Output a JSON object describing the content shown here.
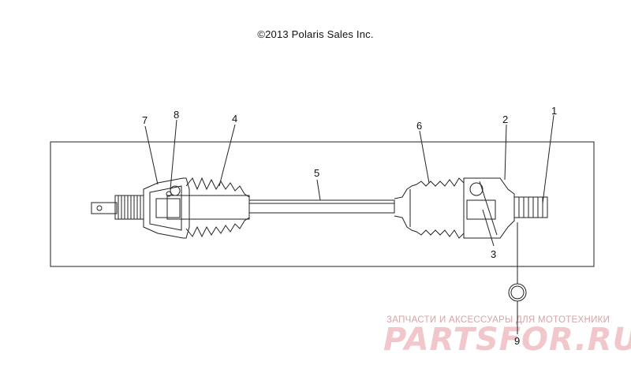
{
  "header": {
    "copyright": "©2013 Polaris Sales Inc."
  },
  "callouts": [
    {
      "id": "callout-1",
      "label": "1"
    },
    {
      "id": "callout-2",
      "label": "2"
    },
    {
      "id": "callout-3",
      "label": "3"
    },
    {
      "id": "callout-4",
      "label": "4"
    },
    {
      "id": "callout-5",
      "label": "5"
    },
    {
      "id": "callout-6",
      "label": "6"
    },
    {
      "id": "callout-7",
      "label": "7"
    },
    {
      "id": "callout-8",
      "label": "8"
    },
    {
      "id": "callout-9",
      "label": "9"
    }
  ],
  "watermark": {
    "tagline": "ЗАПЧАСТИ И АКСЕССУАРЫ ДЛЯ МОТОТЕХНИКИ",
    "site": "PARTSFOR.RU"
  },
  "colors": {
    "line": "#222222",
    "watermark": "#f2c7cb"
  }
}
